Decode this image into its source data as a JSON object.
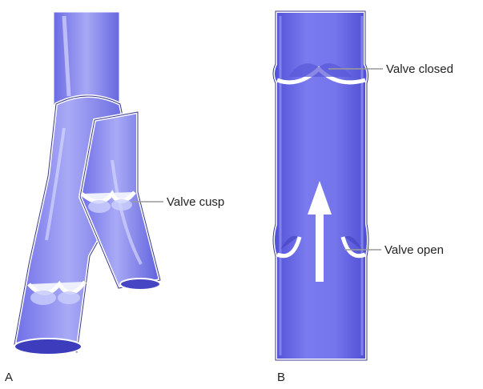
{
  "panels": [
    {
      "label": "A",
      "callouts": [
        {
          "text": "Valve cusp"
        }
      ]
    },
    {
      "label": "B",
      "callouts": [
        {
          "text": "Valve closed"
        },
        {
          "text": "Valve open"
        }
      ]
    }
  ],
  "colors": {
    "vein_dark": "#5c5ce0",
    "vein_mid": "#7a7af0",
    "vein_light": "#b7b8f6",
    "outline": "#3a3a8a",
    "valve_white": "#f2f2ff",
    "leader": "#9a9a9a"
  },
  "icons": {
    "flow_arrow": "arrow-up-icon"
  }
}
